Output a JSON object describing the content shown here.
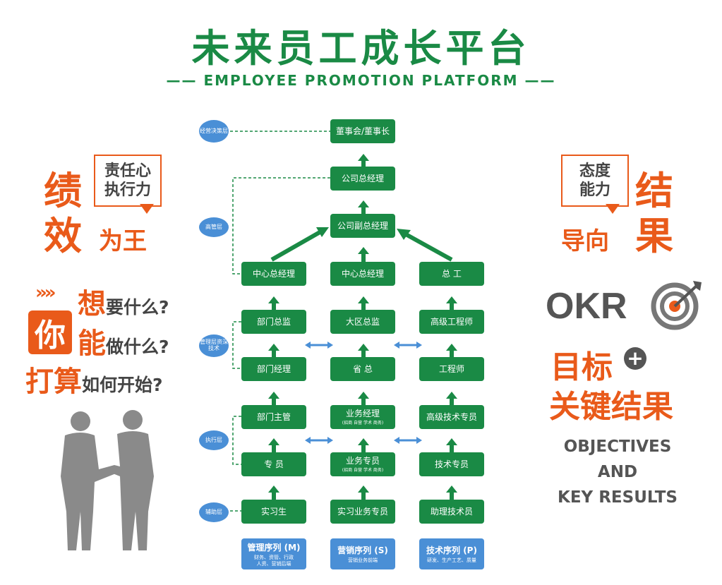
{
  "header": {
    "title": "未来员工成长平台",
    "subtitle": "—— EMPLOYEE PROMOTION PLATFORM ——"
  },
  "levels": {
    "decision": "经营决策层",
    "senior": "高管层",
    "management": "管理层资深技术",
    "execution": "执行层",
    "assist": "辅助层"
  },
  "nodes": {
    "chairman": "董事会/董事长",
    "gm": "公司总经理",
    "vgm": "公司副总经理",
    "center_m": "中心总经理",
    "center_s": "中心总经理",
    "chief_eng": "总 工",
    "dept_director": "部门总监",
    "region_director": "大区总监",
    "senior_engineer": "高级工程师",
    "dept_manager": "部门经理",
    "province": "省 总",
    "engineer": "工程师",
    "dept_supervisor": "部门主管",
    "sales_manager": "业务经理",
    "sales_manager_sub": "(招商 自营 学术 商务)",
    "senior_tech": "高级技术专员",
    "specialist": "专 员",
    "sales_specialist": "业务专员",
    "sales_specialist_sub": "(招商 自营 学术 商务)",
    "tech_specialist": "技术专员",
    "intern": "实习生",
    "sales_intern": "实习业务专员",
    "assistant_tech": "助理技术员"
  },
  "series": {
    "management_title": "管理序列 (M)",
    "management_desc1": "财务、资管、行政",
    "management_desc2": "人资、营销后端",
    "sales_title": "营销序列 (S)",
    "sales_desc": "营销业务前端",
    "tech_title": "技术序列 (P)",
    "tech_desc": "研发、生产工艺、质量"
  },
  "left": {
    "ji": "绩",
    "xiao": "效",
    "weiwang": "为王",
    "bubble_line1": "责任心",
    "bubble_line2": "执行力",
    "arrows": "»»",
    "ni": "你",
    "xiang": "想",
    "q1": "要什么?",
    "neng": "能",
    "q2": "做什么?",
    "dasuan": "打算",
    "q3": "如何开始?"
  },
  "right": {
    "bubble_line1": "态度",
    "bubble_line2": "能力",
    "jie": "结",
    "guo": "果",
    "daoxiang": "导向",
    "okr": "OKR",
    "mubiao": "目标",
    "plus": "+",
    "key_results": "关键结果",
    "en1": "OBJECTIVES",
    "en2": "AND",
    "en3": "KEY RESULTS"
  },
  "colors": {
    "green": "#1a8a45",
    "orange": "#e95a1a",
    "blue": "#4a8fd6",
    "grey": "#8a8a8a"
  }
}
